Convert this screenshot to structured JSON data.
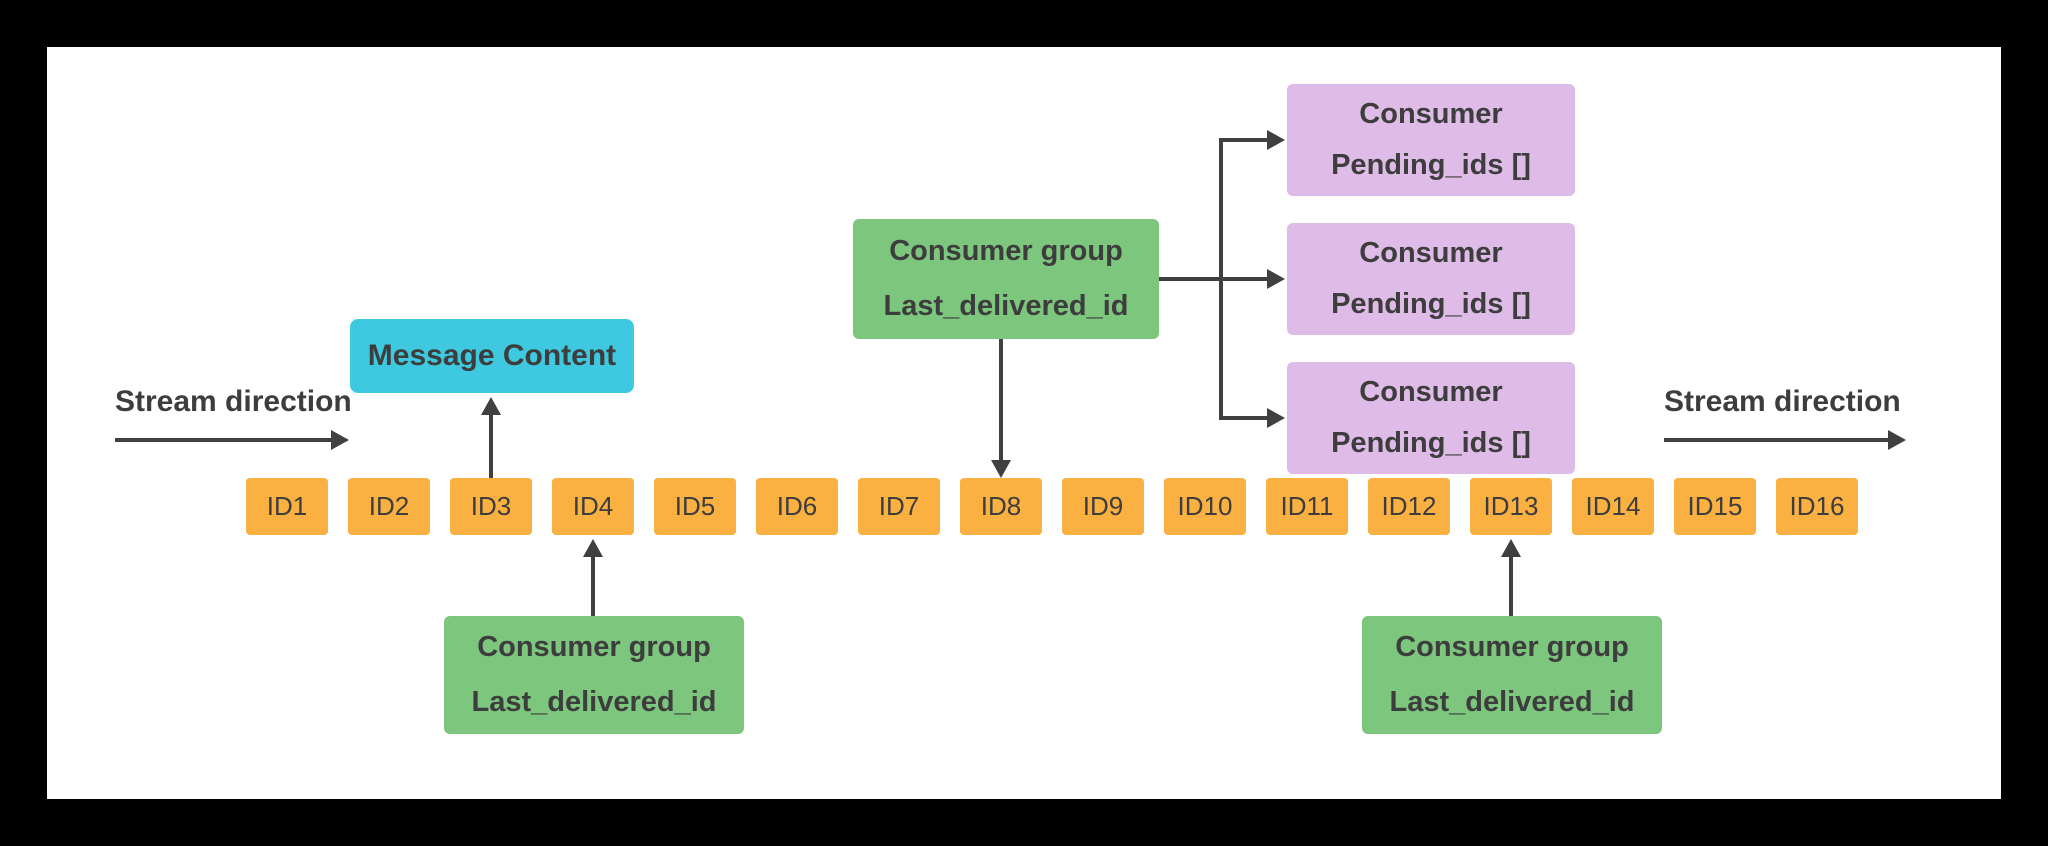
{
  "colors": {
    "page_bg": "#000000",
    "canvas_bg": "#ffffff",
    "stream_box": "#FBB042",
    "message_box": "#3EC9E0",
    "group_box": "#7CC67E",
    "consumer_box": "#DFBBE8",
    "text": "#3D3D3D",
    "arrow": "#404040"
  },
  "labels": {
    "stream_direction_left": "Stream direction",
    "stream_direction_right": "Stream direction",
    "message_content": "Message Content"
  },
  "stream": {
    "ids": [
      "ID1",
      "ID2",
      "ID3",
      "ID4",
      "ID5",
      "ID6",
      "ID7",
      "ID8",
      "ID9",
      "ID10",
      "ID11",
      "ID12",
      "ID13",
      "ID14",
      "ID15",
      "ID16"
    ]
  },
  "groups": {
    "top": {
      "title": "Consumer group",
      "field": "Last_delivered_id"
    },
    "bottom_left": {
      "title": "Consumer group",
      "field": "Last_delivered_id"
    },
    "bottom_right": {
      "title": "Consumer group",
      "field": "Last_delivered_id"
    }
  },
  "consumers": [
    {
      "title": "Consumer",
      "field": "Pending_ids []"
    },
    {
      "title": "Consumer",
      "field": "Pending_ids []"
    },
    {
      "title": "Consumer",
      "field": "Pending_ids []"
    }
  ]
}
